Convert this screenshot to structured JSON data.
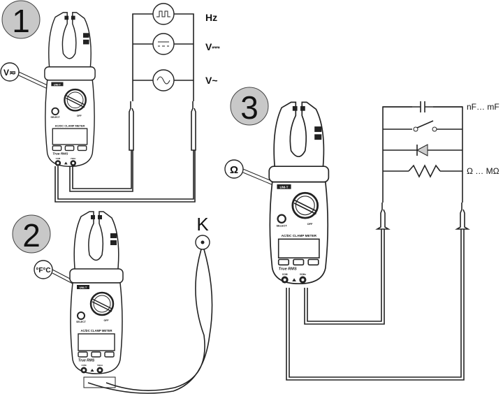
{
  "steps": [
    {
      "number": "1",
      "function_label": "V≂"
    },
    {
      "number": "2",
      "function_label": "°F°C"
    },
    {
      "number": "3",
      "function_label": "Ω"
    }
  ],
  "circuit1": {
    "labels": [
      "Hz",
      "V⎓",
      "V~"
    ]
  },
  "circuit2": {
    "label": "K"
  },
  "circuit3": {
    "capacitance_label": "nF… mF",
    "resistance_label": "Ω … MΩ"
  },
  "meter": {
    "brand": "UNI-T",
    "model_text": "AC/DC CLAMP METER",
    "trms_text": "True RMS",
    "select_label": "SELECT",
    "off_label": "OFF",
    "com_label": "COM",
    "input_label": "VΩHz"
  },
  "colors": {
    "line": "#222222",
    "step_badge": "#c8c8c8",
    "meter_fill": "#ffffff",
    "meter_dark": "#222222"
  }
}
